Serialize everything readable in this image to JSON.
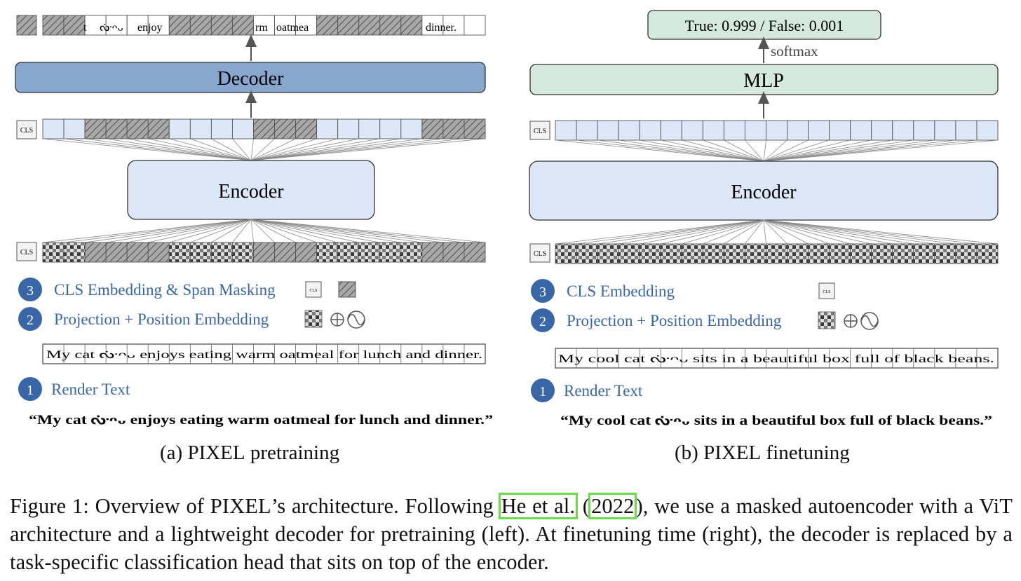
{
  "panel_a": {
    "decoder_label": "Decoder",
    "encoder_label": "Encoder",
    "cls_label": "CLS",
    "output_text_fragments": [
      "t",
      "ᔠᴖᴗ",
      "enjoy",
      "rm",
      "oatmea",
      "dinner."
    ],
    "legend": [
      {
        "number": "3",
        "text": "CLS Embedding & Span Masking"
      },
      {
        "number": "2",
        "text": "Projection + Position Embedding"
      },
      {
        "number": "1",
        "text": "Render Text"
      }
    ],
    "rendered_text": "My cat ᔠᴖᴗ enjoys eating warm oatmeal for lunch and dinner.",
    "quote": "“My cat ᔠᴖᴗ enjoys eating warm oatmeal for lunch and dinner.”",
    "subcaption_prefix": "(a) ",
    "subcaption_smallcaps": "PIXEL",
    "subcaption_suffix": " pretraining"
  },
  "panel_b": {
    "head_output": "True: 0.999 / False: 0.001",
    "softmax_label": "softmax",
    "mlp_label": "MLP",
    "encoder_label": "Encoder",
    "cls_label": "CLS",
    "legend": [
      {
        "number": "3",
        "text": "CLS Embedding"
      },
      {
        "number": "2",
        "text": "Projection + Position Embedding"
      },
      {
        "number": "1",
        "text": "Render Text"
      }
    ],
    "rendered_text": "My cool cat ᔠᴖᴗ sits in a beautiful box full of black beans.",
    "quote": "“My cool cat ᔠᴖᴗ sits in a beautiful box full of black beans.”",
    "subcaption_prefix": "(b) ",
    "subcaption_smallcaps": "PIXEL",
    "subcaption_suffix": " finetuning"
  },
  "caption": {
    "lead": "Figure 1: Overview of ",
    "smallcaps": "PIXEL",
    "after_smallcaps": "’s architecture. Following ",
    "cite_author": "He et al.",
    "cite_open": " (",
    "cite_year": "2022",
    "rest": "), we use a masked autoencoder with a ViT architecture and a lightweight decoder for pretraining (left). At finetuning time (right), the decoder is replaced by a task-specific classification head that sits on top of the encoder."
  },
  "colors": {
    "decoder_fill": "#87a7cf",
    "encoder_fill": "#dce8f7",
    "mlp_fill": "#d6e9df",
    "patch_fill": "#dce8f7",
    "masked_fill": "#a9a9a9",
    "legend_circle": "#3866a6",
    "legend_text": "#3866a6"
  }
}
